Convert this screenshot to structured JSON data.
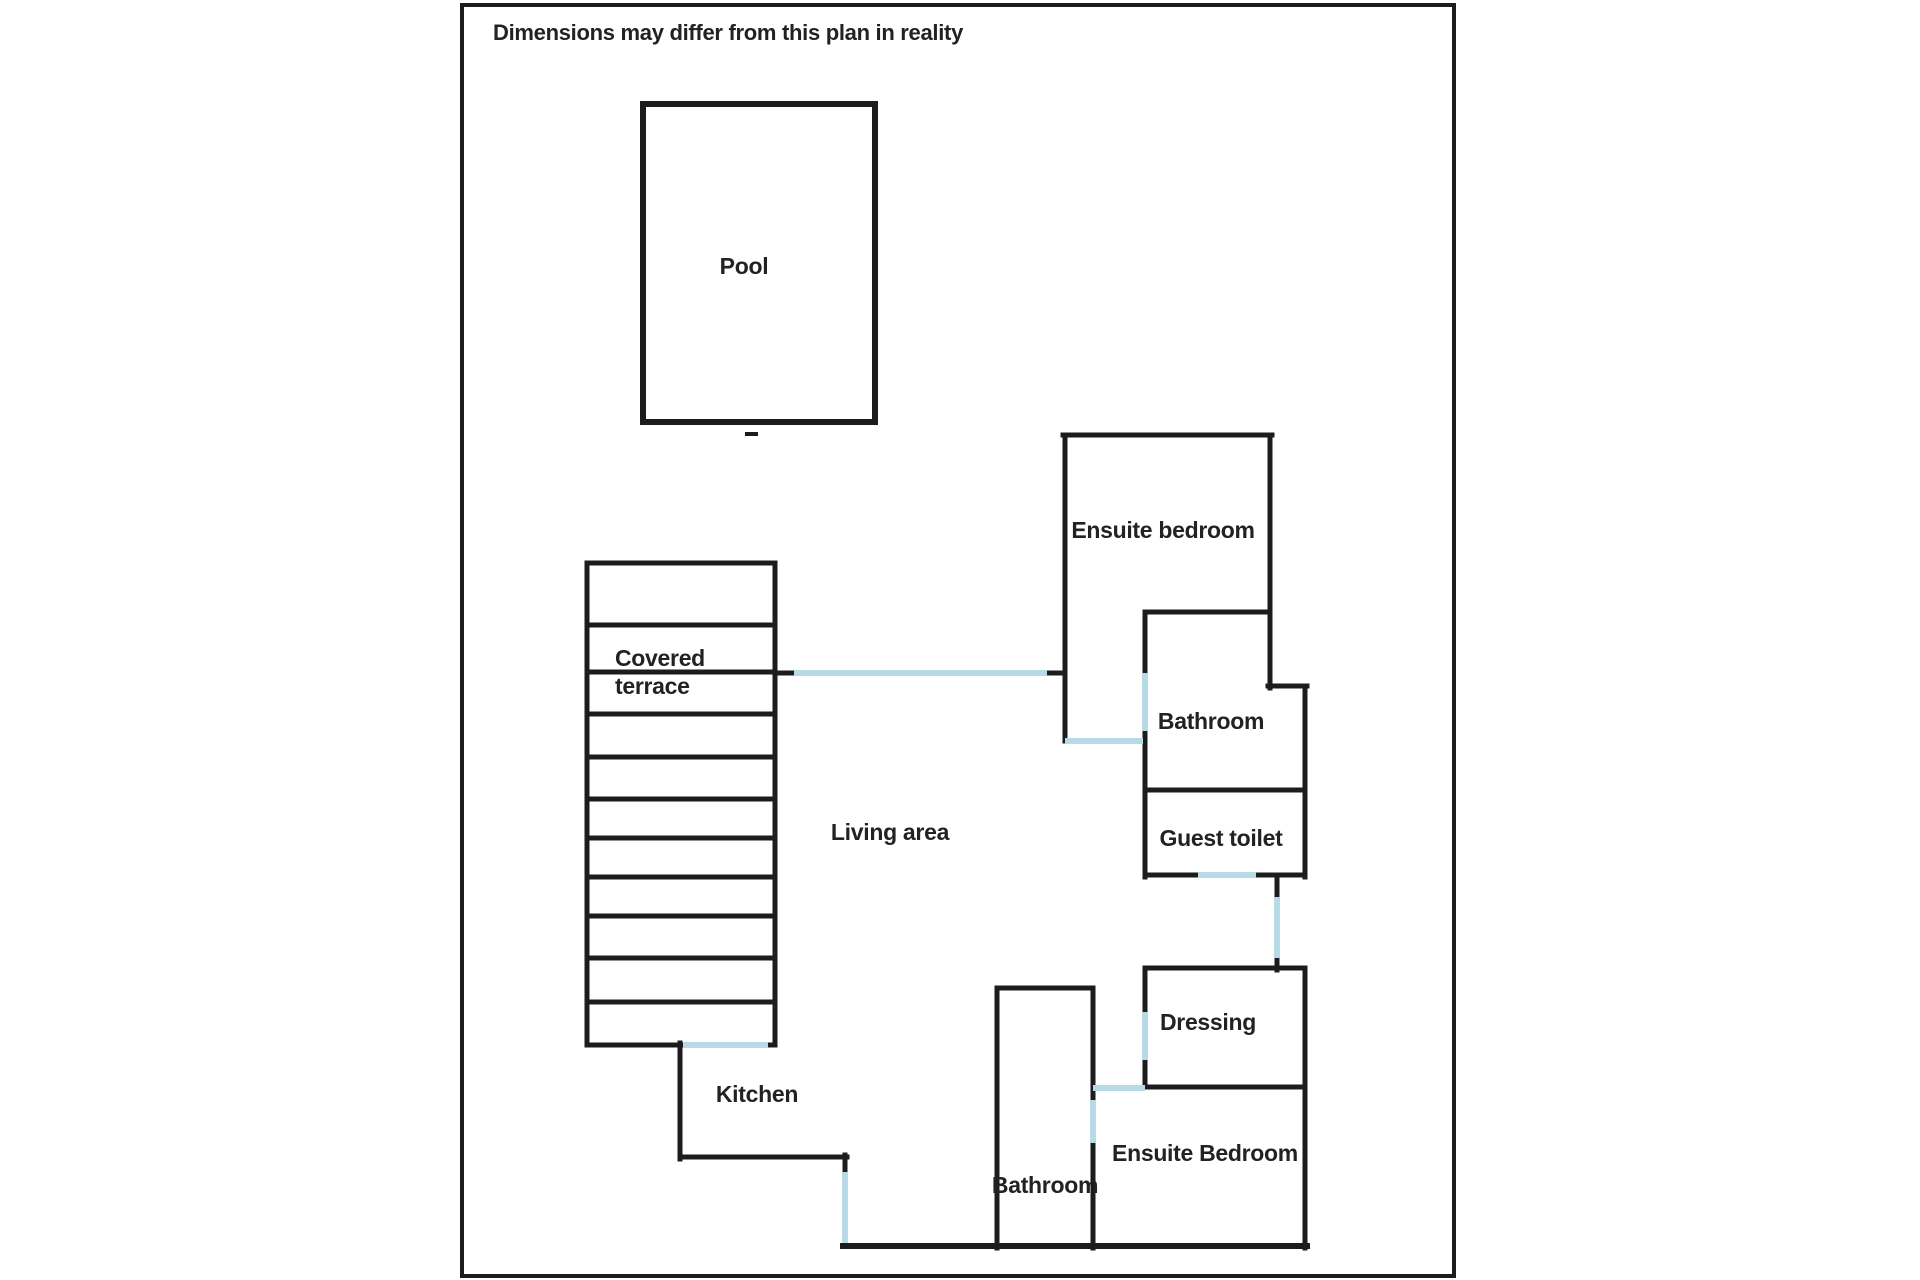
{
  "colors": {
    "wall": "#1c1c1c",
    "door": "#b7dbe6",
    "background": "#ffffff",
    "text": "#222222"
  },
  "disclaimer": "Dimensions may differ from this plan in reality",
  "rooms": {
    "pool": {
      "label": "Pool"
    },
    "covered_terrace": {
      "label_line1": "Covered",
      "label_line2": "terrace"
    },
    "living_area": {
      "label": "Living area"
    },
    "kitchen": {
      "label": "Kitchen"
    },
    "ensuite_bedroom_top": {
      "label": "Ensuite bedroom"
    },
    "bathroom_top": {
      "label": "Bathroom"
    },
    "guest_toilet": {
      "label": "Guest toilet"
    },
    "dressing": {
      "label": "Dressing"
    },
    "bathroom_bottom": {
      "label": "Bathroom"
    },
    "ensuite_bedroom_bottom": {
      "label": "Ensuite Bedroom"
    }
  }
}
